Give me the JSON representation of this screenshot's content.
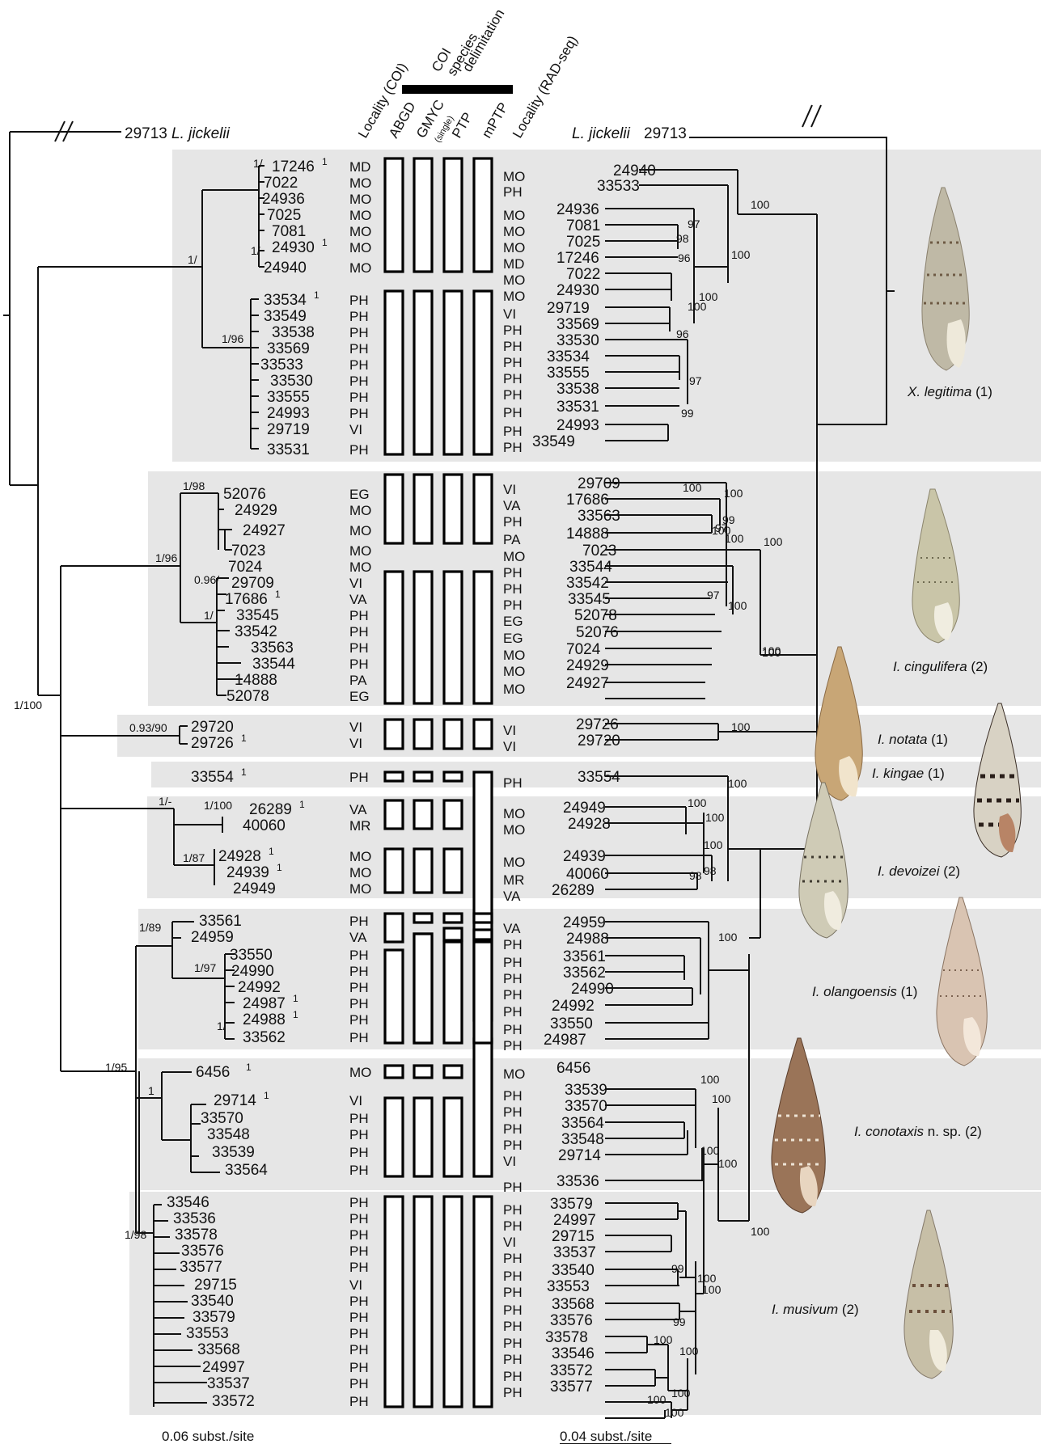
{
  "headers": {
    "locality_coi": "Locality (COI)",
    "abgd": "ABGD",
    "gmyc": "GMYC",
    "gmyc_sub": "(single)",
    "ptp": "PTP",
    "mptp": "mPTP",
    "coi_species": "COI",
    "coi_species2": "species",
    "coi_species3": "delimitation",
    "locality_rad": "Locality (RAD-seq)"
  },
  "outgroup_left": {
    "id": "29713",
    "name": "L. jickelii"
  },
  "outgroup_right": {
    "name": "L. jickelii",
    "id": "29713"
  },
  "scale_left": "0.06 subst./site",
  "scale_right": "0.04 subst./site",
  "root_support": "1/100",
  "coi_tips": [
    {
      "id": "17246",
      "sup": "1",
      "loc": "MD"
    },
    {
      "id": "7022",
      "sup": "",
      "loc": "MO"
    },
    {
      "id": "24936",
      "sup": "",
      "loc": "MO"
    },
    {
      "id": "7025",
      "sup": "",
      "loc": "MO"
    },
    {
      "id": "7081",
      "sup": "",
      "loc": "MO"
    },
    {
      "id": "24930",
      "sup": "1",
      "loc": "MO"
    },
    {
      "id": "24940",
      "sup": "",
      "loc": "MO"
    },
    {
      "id": "33534",
      "sup": "1",
      "loc": "PH"
    },
    {
      "id": "33549",
      "sup": "",
      "loc": "PH"
    },
    {
      "id": "33538",
      "sup": "",
      "loc": "PH"
    },
    {
      "id": "33569",
      "sup": "",
      "loc": "PH"
    },
    {
      "id": "33533",
      "sup": "",
      "loc": "PH"
    },
    {
      "id": "33530",
      "sup": "",
      "loc": "PH"
    },
    {
      "id": "33555",
      "sup": "",
      "loc": "PH"
    },
    {
      "id": "24993",
      "sup": "",
      "loc": "PH"
    },
    {
      "id": "29719",
      "sup": "",
      "loc": "VI"
    },
    {
      "id": "33531",
      "sup": "",
      "loc": "PH"
    },
    {
      "id": "52076",
      "sup": "",
      "loc": "EG"
    },
    {
      "id": "24929",
      "sup": "",
      "loc": "MO"
    },
    {
      "id": "24927",
      "sup": "",
      "loc": "MO"
    },
    {
      "id": "7023",
      "sup": "",
      "loc": "MO"
    },
    {
      "id": "7024",
      "sup": "",
      "loc": "MO"
    },
    {
      "id": "29709",
      "sup": "",
      "loc": "VI"
    },
    {
      "id": "17686",
      "sup": "1",
      "loc": "VA"
    },
    {
      "id": "33545",
      "sup": "",
      "loc": "PH"
    },
    {
      "id": "33542",
      "sup": "",
      "loc": "PH"
    },
    {
      "id": "33563",
      "sup": "",
      "loc": "PH"
    },
    {
      "id": "33544",
      "sup": "",
      "loc": "PH"
    },
    {
      "id": "14888",
      "sup": "",
      "loc": "PA"
    },
    {
      "id": "52078",
      "sup": "",
      "loc": "EG"
    },
    {
      "id": "29720",
      "sup": "",
      "loc": "VI"
    },
    {
      "id": "29726",
      "sup": "1",
      "loc": "VI"
    },
    {
      "id": "33554",
      "sup": "1",
      "loc": "PH"
    },
    {
      "id": "26289",
      "sup": "1",
      "loc": "VA"
    },
    {
      "id": "40060",
      "sup": "",
      "loc": "MR"
    },
    {
      "id": "24928",
      "sup": "1",
      "loc": "MO"
    },
    {
      "id": "24939",
      "sup": "1",
      "loc": "MO"
    },
    {
      "id": "24949",
      "sup": "",
      "loc": "MO"
    },
    {
      "id": "33561",
      "sup": "",
      "loc": "PH"
    },
    {
      "id": "24959",
      "sup": "",
      "loc": "VA"
    },
    {
      "id": "33550",
      "sup": "",
      "loc": "PH"
    },
    {
      "id": "24990",
      "sup": "",
      "loc": "PH"
    },
    {
      "id": "24992",
      "sup": "",
      "loc": "PH"
    },
    {
      "id": "24987",
      "sup": "1",
      "loc": "PH"
    },
    {
      "id": "24988",
      "sup": "1",
      "loc": "PH"
    },
    {
      "id": "33562",
      "sup": "",
      "loc": "PH"
    },
    {
      "id": "6456",
      "sup": "1",
      "loc": "MO"
    },
    {
      "id": "29714",
      "sup": "1",
      "loc": "VI"
    },
    {
      "id": "33570",
      "sup": "",
      "loc": "PH"
    },
    {
      "id": "33548",
      "sup": "",
      "loc": "PH"
    },
    {
      "id": "33539",
      "sup": "",
      "loc": "PH"
    },
    {
      "id": "33564",
      "sup": "",
      "loc": "PH"
    },
    {
      "id": "33546",
      "sup": "",
      "loc": "PH"
    },
    {
      "id": "33536",
      "sup": "",
      "loc": "PH"
    },
    {
      "id": "33578",
      "sup": "",
      "loc": "PH"
    },
    {
      "id": "33576",
      "sup": "",
      "loc": "PH"
    },
    {
      "id": "33577",
      "sup": "",
      "loc": "PH"
    },
    {
      "id": "29715",
      "sup": "",
      "loc": "VI"
    },
    {
      "id": "33540",
      "sup": "",
      "loc": "PH"
    },
    {
      "id": "33579",
      "sup": "",
      "loc": "PH"
    },
    {
      "id": "33553",
      "sup": "",
      "loc": "PH"
    },
    {
      "id": "33568",
      "sup": "",
      "loc": "PH"
    },
    {
      "id": "24997",
      "sup": "",
      "loc": "PH"
    },
    {
      "id": "33537",
      "sup": "",
      "loc": "PH"
    },
    {
      "id": "33572",
      "sup": "",
      "loc": "PH"
    }
  ],
  "coi_supports": [
    {
      "label": "1/",
      "node": "x1"
    },
    {
      "label": "1/",
      "node": "x2"
    },
    {
      "label": "1/",
      "node": "x3"
    },
    {
      "label": "1/96",
      "node": "x4"
    },
    {
      "label": "1/98",
      "node": "x5"
    },
    {
      "label": "1/96",
      "node": "x6"
    },
    {
      "label": "0.96/",
      "node": "x7"
    },
    {
      "label": "1/",
      "node": "x8"
    },
    {
      "label": "0.93/90",
      "node": "x9"
    },
    {
      "label": "1/-",
      "node": "x10"
    },
    {
      "label": "1/100",
      "node": "x11"
    },
    {
      "label": "1/87",
      "node": "x12"
    },
    {
      "label": "1/89",
      "node": "x13"
    },
    {
      "label": "1/97",
      "node": "x14"
    },
    {
      "label": "1/",
      "node": "x15"
    },
    {
      "label": "1/95",
      "node": "x16"
    },
    {
      "label": "1",
      "node": "x17"
    },
    {
      "label": "1/98",
      "node": "x18"
    }
  ],
  "rad_tips": [
    {
      "id": "24940",
      "loc": "MO"
    },
    {
      "id": "33533",
      "loc": "PH"
    },
    {
      "id": "24936",
      "loc": "MO"
    },
    {
      "id": "7081",
      "loc": "MO"
    },
    {
      "id": "7025",
      "loc": "MO"
    },
    {
      "id": "17246",
      "loc": "MD"
    },
    {
      "id": "7022",
      "loc": "MO"
    },
    {
      "id": "24930",
      "loc": "MO"
    },
    {
      "id": "29719",
      "loc": "VI"
    },
    {
      "id": "33569",
      "loc": "PH"
    },
    {
      "id": "33530",
      "loc": "PH"
    },
    {
      "id": "33534",
      "loc": "PH"
    },
    {
      "id": "33555",
      "loc": "PH"
    },
    {
      "id": "33538",
      "loc": "PH"
    },
    {
      "id": "33531",
      "loc": "PH"
    },
    {
      "id": "24993",
      "loc": "PH"
    },
    {
      "id": "33549",
      "loc": "PH"
    },
    {
      "id": "29709",
      "loc": "VI"
    },
    {
      "id": "17686",
      "loc": "VA"
    },
    {
      "id": "33563",
      "loc": "PH"
    },
    {
      "id": "14888",
      "loc": "PA"
    },
    {
      "id": "7023",
      "loc": "MO"
    },
    {
      "id": "33544",
      "loc": "PH"
    },
    {
      "id": "33542",
      "loc": "PH"
    },
    {
      "id": "33545",
      "loc": "PH"
    },
    {
      "id": "52078",
      "loc": "EG"
    },
    {
      "id": "52076",
      "loc": "EG"
    },
    {
      "id": "7024",
      "loc": "MO"
    },
    {
      "id": "24929",
      "loc": "MO"
    },
    {
      "id": "24927",
      "loc": "MO"
    },
    {
      "id": "29726",
      "loc": "VI"
    },
    {
      "id": "29720",
      "loc": "VI"
    },
    {
      "id": "33554",
      "loc": "PH"
    },
    {
      "id": "24949",
      "loc": "MO"
    },
    {
      "id": "24928",
      "loc": "MO"
    },
    {
      "id": "24939",
      "loc": "MO"
    },
    {
      "id": "40060",
      "loc": "MR"
    },
    {
      "id": "26289",
      "loc": "VA"
    },
    {
      "id": "24959",
      "loc": "VA"
    },
    {
      "id": "24988",
      "loc": "PH"
    },
    {
      "id": "33561",
      "loc": "PH"
    },
    {
      "id": "33562",
      "loc": "PH"
    },
    {
      "id": "24990",
      "loc": "PH"
    },
    {
      "id": "24992",
      "loc": "PH"
    },
    {
      "id": "33550",
      "loc": "PH"
    },
    {
      "id": "24987",
      "loc": "PH"
    },
    {
      "id": "33539",
      "loc": "PH"
    },
    {
      "id": "33570",
      "loc": "PH"
    },
    {
      "id": "33564",
      "loc": "PH"
    },
    {
      "id": "33548",
      "loc": "PH"
    },
    {
      "id": "29714",
      "loc": "VI"
    },
    {
      "id": "6456",
      "loc": "MO"
    },
    {
      "id": "33536",
      "loc": "PH"
    },
    {
      "id": "33579",
      "loc": "PH"
    },
    {
      "id": "24997",
      "loc": "PH"
    },
    {
      "id": "29715",
      "loc": "VI"
    },
    {
      "id": "33537",
      "loc": "PH"
    },
    {
      "id": "33540",
      "loc": "PH"
    },
    {
      "id": "33553",
      "loc": "PH"
    },
    {
      "id": "33568",
      "loc": "PH"
    },
    {
      "id": "33576",
      "loc": "PH"
    },
    {
      "id": "33578",
      "loc": "PH"
    },
    {
      "id": "33546",
      "loc": "PH"
    },
    {
      "id": "33572",
      "loc": "PH"
    },
    {
      "id": "33577",
      "loc": "PH"
    }
  ],
  "rad_supports": [
    "100",
    "100",
    "97",
    "98",
    "96",
    "100",
    "96",
    "100",
    "97",
    "99",
    "100",
    "100",
    "99",
    "100",
    "97",
    "97",
    "100",
    "100",
    "100",
    "100",
    "100",
    "100",
    "100",
    "100",
    "100",
    "98",
    "100",
    "98",
    "100",
    "100",
    "100",
    "100",
    "100",
    "100",
    "99",
    "100",
    "99",
    "100",
    "100",
    "100",
    "100",
    "100",
    "100"
  ],
  "species": [
    {
      "name": "X. legitima",
      "count": "(1)"
    },
    {
      "name": "I. cingulifera",
      "count": "(2)"
    },
    {
      "name": "I. notata",
      "count": "(1)"
    },
    {
      "name": "I. kingae",
      "count": "(1)"
    },
    {
      "name": "I. devoizei",
      "count": "(2)"
    },
    {
      "name": "I. olangoensis",
      "count": "(1)"
    },
    {
      "name": "I. conotaxis",
      "suffix": "n. sp.",
      "count": "(2)"
    },
    {
      "name": "I. musivum",
      "count": "(2)"
    }
  ],
  "colors": {
    "band": "#e6e6e6",
    "line": "#111111",
    "shell_light": "#cfc8b4",
    "shell_dark": "#6e5a44"
  }
}
